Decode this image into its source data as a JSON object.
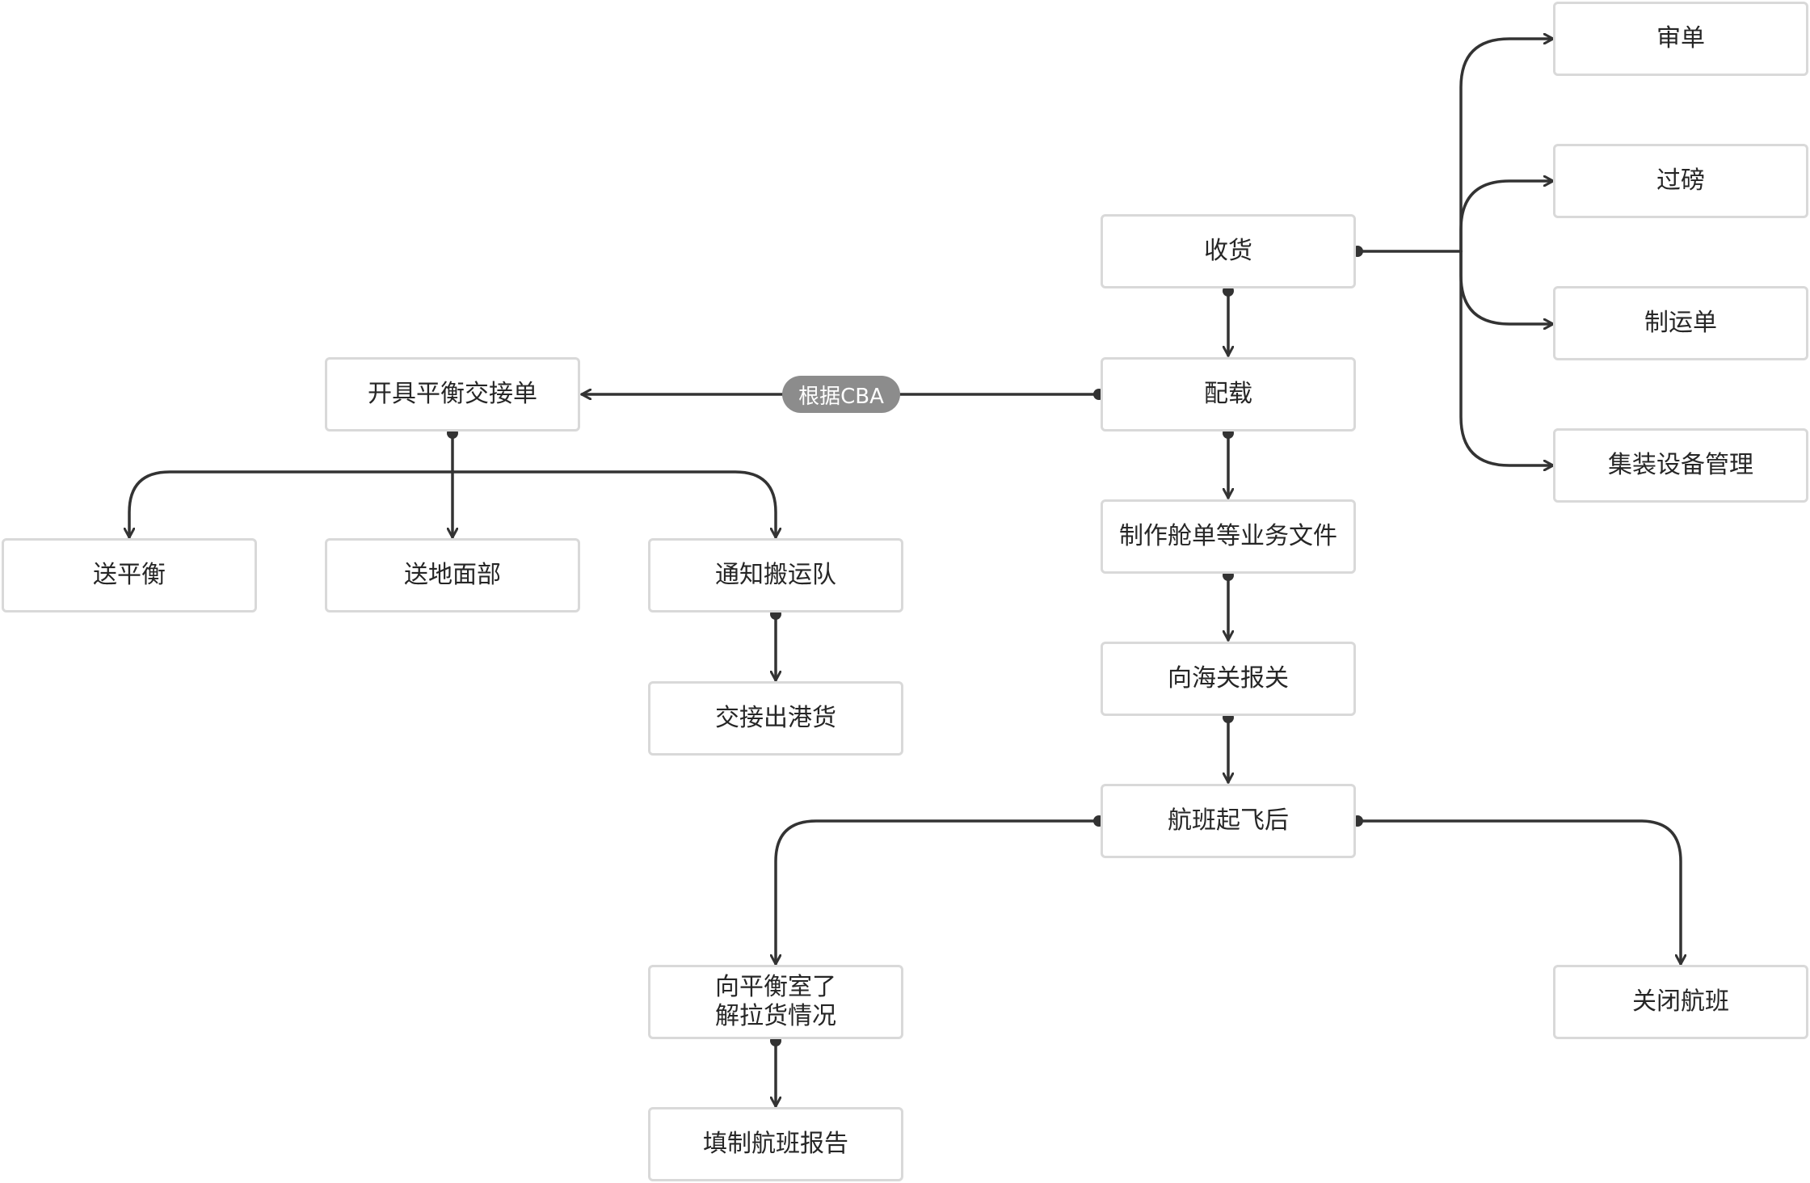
{
  "nodes": {
    "shendan": "审单",
    "guobang": "过磅",
    "zhiyundan": "制运单",
    "jizhuang": "集装设备管理",
    "shouhuo": "收货",
    "peizai": "配载",
    "kaiju": "开具平衡交接单",
    "zhizuo": "制作舱单等业务文件",
    "songpingheng": "送平衡",
    "songdimian": "送地面部",
    "tongzhi": "通知搬运队",
    "jiaojie": "交接出港货",
    "haiguan": "向海关报关",
    "qifei": "航班起飞后",
    "lahuo": "向平衡室了\n解拉货情况",
    "guanbi": "关闭航班",
    "baogao": "填制航班报告"
  },
  "edge_labels": {
    "cba": "根据CBA"
  },
  "colors": {
    "line": "#333333",
    "node_border": "#d9d9d9",
    "label_bg": "#8c8c8c"
  }
}
